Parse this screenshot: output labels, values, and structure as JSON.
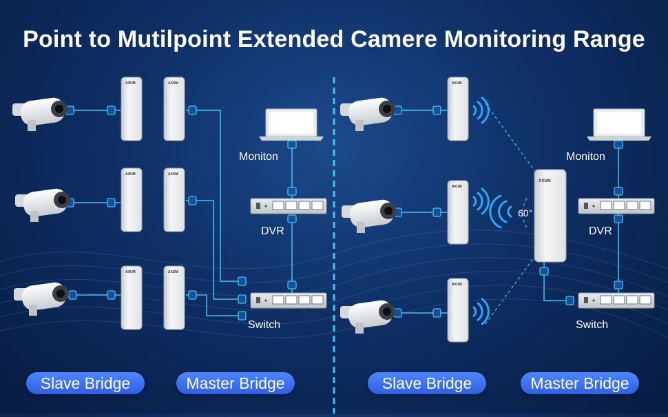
{
  "title": "Point to Mutilpoint Extended Camere Monitoring Range",
  "left": {
    "monitor_label": "Moniton",
    "dvr_label": "DVR",
    "switch_label": "Switch",
    "slave_label": "Slave Bridge",
    "master_label": "Master Bridge"
  },
  "right": {
    "monitor_label": "Moniton",
    "dvr_label": "DVR",
    "switch_label": "Switch",
    "slave_label": "Slave Bridge",
    "master_label": "Master Bridge",
    "angle_label": "60°"
  },
  "brand_mark": "AXUM",
  "colors": {
    "background": "#0f2f66",
    "cable": "#3cc4f0",
    "pill": "#3a6cf0",
    "wifi": "#2aa8f2"
  }
}
